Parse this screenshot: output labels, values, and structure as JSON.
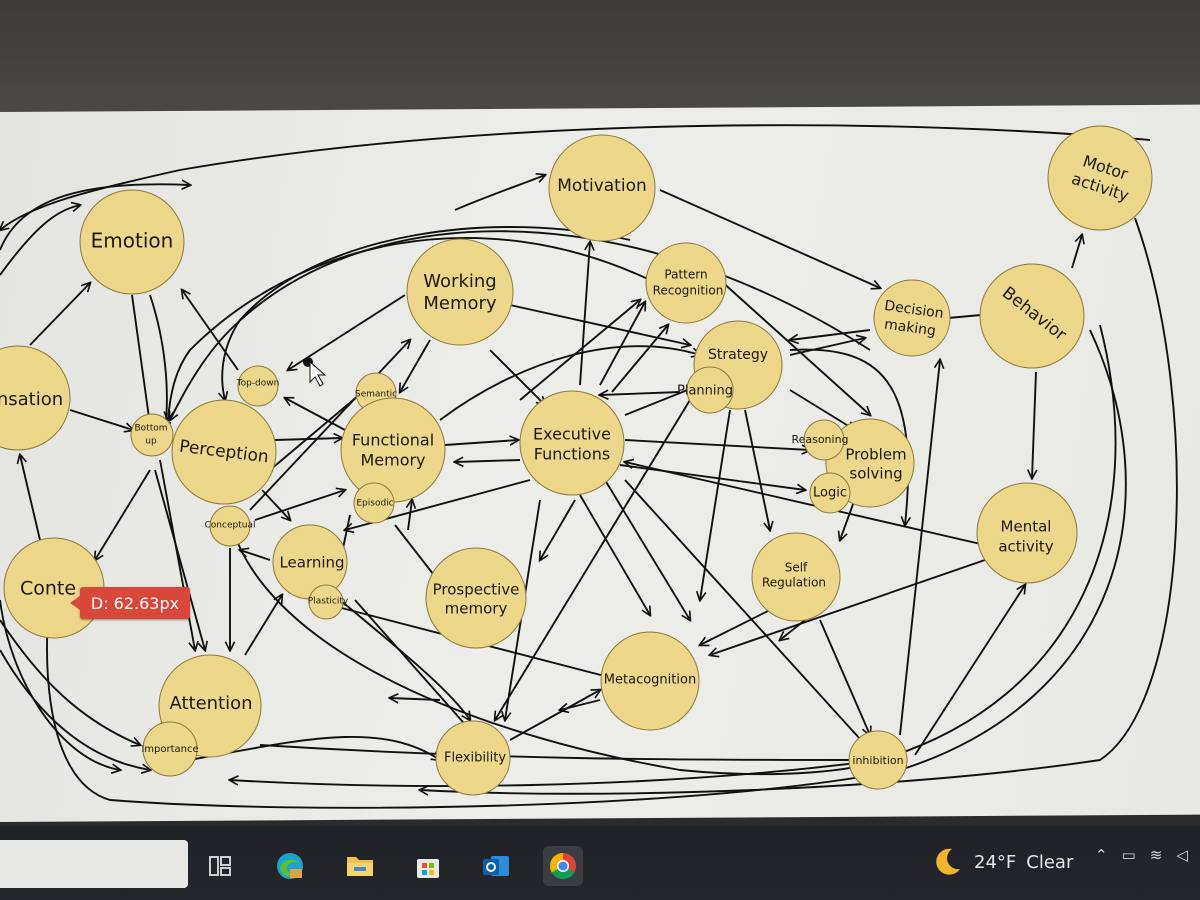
{
  "nodes": {
    "emotion": "Emotion",
    "motivation": "Motivation",
    "motor_activity_1": "Motor",
    "motor_activity_2": "activity",
    "working_memory_1": "Working",
    "working_memory_2": "Memory",
    "pattern_recognition_1": "Pattern",
    "pattern_recognition_2": "Recognition",
    "decision_making_1": "Decision",
    "decision_making_2": "making",
    "behavior": "Behavior",
    "compensation": "nsation",
    "top_down": "Top-down",
    "semantic": "Semantic",
    "strategy": "Strategy",
    "planning": "Planning",
    "bottom_up_1": "Bottom",
    "bottom_up_2": "up",
    "perception": "Perception",
    "functional_memory_1": "Functional",
    "functional_memory_2": "Memory",
    "executive_functions_1": "Executive",
    "executive_functions_2": "Functions",
    "reasoning": "Reasoning",
    "problem_solving_1": "Problem",
    "problem_solving_2": "solving",
    "logic": "Logic",
    "episodic": "Episodic",
    "conceptual": "Conceptual",
    "mental_activity_1": "Mental",
    "mental_activity_2": "activity",
    "context": "Conte",
    "learning": "Learning",
    "plasticity": "Plasticity",
    "prospective_memory_1": "Prospective",
    "prospective_memory_2": "memory",
    "self_regulation_1": "Self",
    "self_regulation_2": "Regulation",
    "metacognition": "Metacognition",
    "attention": "Attention",
    "importance": "Importance",
    "flexibility": "Flexibility",
    "inhibition": "inhibition"
  },
  "measure_badge": "D: 62.63px",
  "weather": {
    "temperature": "24°F",
    "condition": "Clear"
  },
  "taskbar": {
    "apps": [
      "task-view-icon",
      "edge-icon",
      "file-explorer-icon",
      "microsoft-store-icon",
      "outlook-icon",
      "chrome-icon"
    ]
  },
  "colors": {
    "node_fill": "#ecd78a",
    "edge": "#111111",
    "badge": "#d9463a",
    "taskbar": "#202327"
  }
}
